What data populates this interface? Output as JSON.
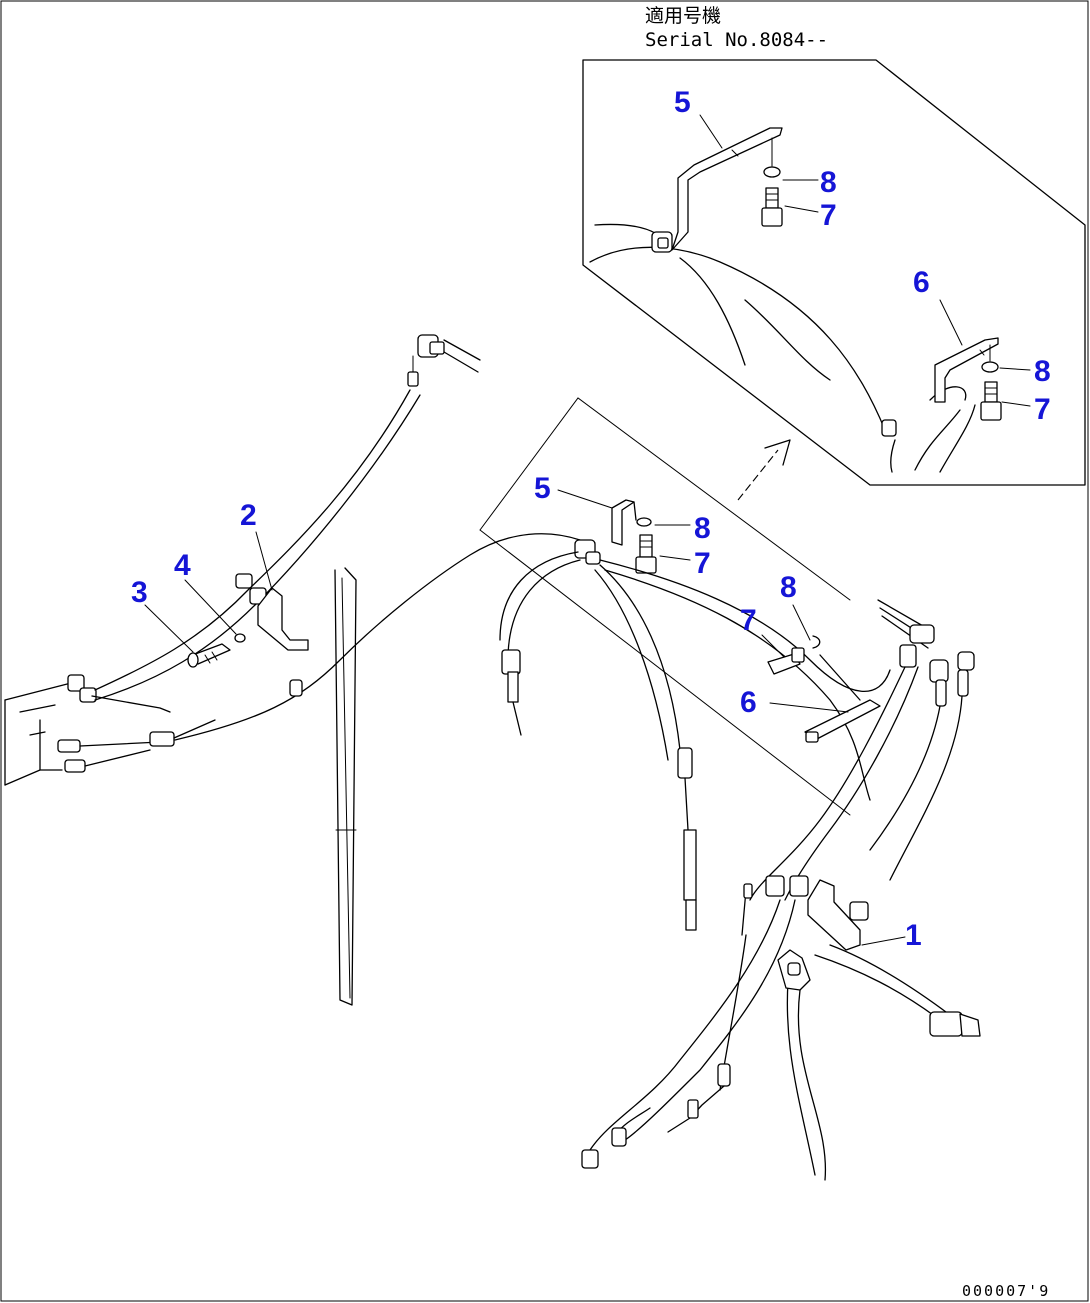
{
  "header": {
    "applicability_label": "適用号機",
    "serial_label": "Serial No.8084--"
  },
  "callouts": {
    "c1": "1",
    "c2": "2",
    "c3": "3",
    "c4": "4",
    "c5_inset": "5",
    "c8_inset_a": "8",
    "c7_inset_a": "7",
    "c6_inset": "6",
    "c8_inset_b": "8",
    "c7_inset_b": "7",
    "c5_main": "5",
    "c8_main_a": "8",
    "c7_main_a": "7",
    "c8_main_b": "8",
    "c7_main_b": "7",
    "c6_main": "6"
  },
  "footer": {
    "doc_id": "000007'9"
  },
  "colors": {
    "callout": "#1515d6",
    "line": "#000000",
    "background": "#ffffff"
  }
}
